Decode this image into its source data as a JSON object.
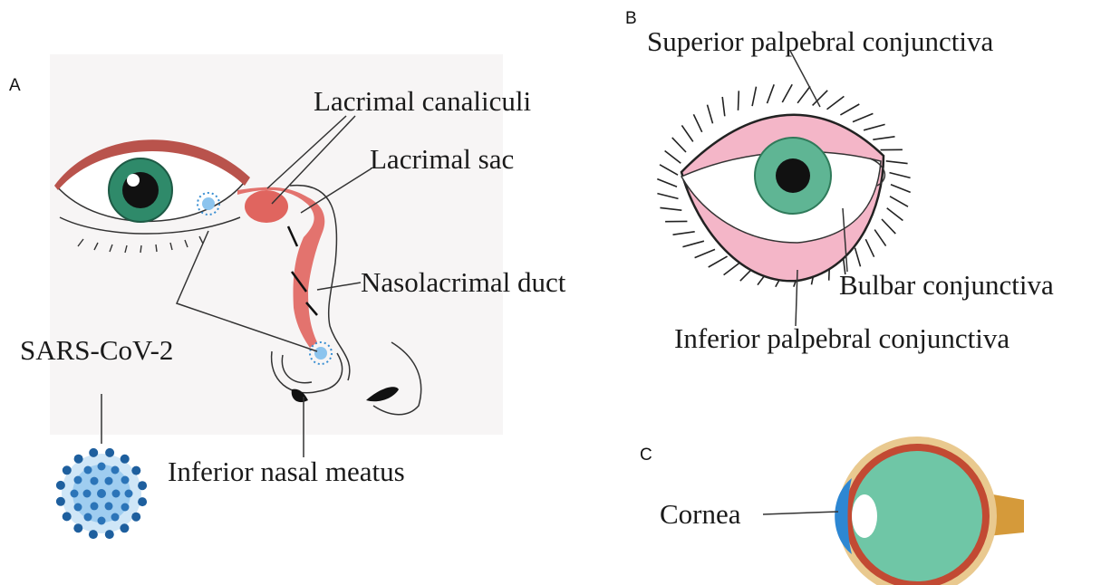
{
  "figure": {
    "panels": {
      "a": "A",
      "b": "B",
      "c": "C"
    },
    "panel_a": {
      "lacrimal_canaliculi": "Lacrimal canaliculi",
      "lacrimal_sac": "Lacrimal sac",
      "nasolacrimal_duct": "Nasolacrimal duct",
      "virus": "SARS-CoV-2",
      "inferior_nasal_meatus": "Inferior nasal meatus"
    },
    "panel_b": {
      "superior_palpebral": "Superior palpebral conjunctiva",
      "bulbar": "Bulbar conjunctiva",
      "inferior_palpebral": "Inferior palpebral conjunctiva"
    },
    "panel_c": {
      "cornea": "Cornea"
    }
  },
  "colors": {
    "iris_green": "#2f8a6a",
    "eye_green_b": "#5fb594",
    "sac_red": "#e0655f",
    "conjunctiva_pink": "#f4b6c8",
    "virus_blue": "#3a8fd2",
    "virus_dark": "#1e5f9e",
    "eyeball_green": "#6fc6a6",
    "sclera_red": "#c24a33",
    "orbit_tan": "#e9c98f",
    "cornea_blue": "#2d87d3",
    "nerve_orange": "#d59a3a"
  }
}
